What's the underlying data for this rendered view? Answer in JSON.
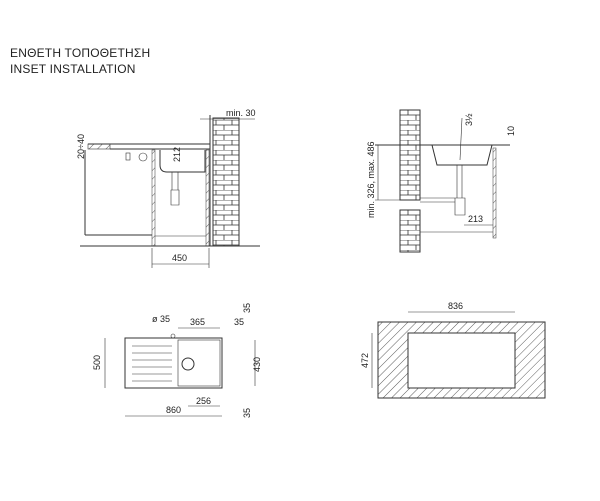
{
  "title": {
    "line1": "ΕΝΘΕΤΗ ΤΟΠΟΘΕΤΗΣΗ",
    "line2": "INSET INSTALLATION"
  },
  "side_view": {
    "min_wall": "min. 30",
    "worktop_thickness": "20÷40",
    "bowl_depth": "212",
    "cabinet_width": "450"
  },
  "section_view": {
    "height_range": "min. 326, max. 486",
    "waste_size": "3½",
    "rim": "10",
    "outlet_offset": "213"
  },
  "plan_view": {
    "waste_diameter": "ø 35",
    "bowl_offset": "365",
    "edge_top": "35",
    "width": "500",
    "bowl_width": "430",
    "length": "860",
    "drain_offset": "256",
    "edge_bottom": "35"
  },
  "cutout_view": {
    "cut_length": "836",
    "cut_width": "472"
  }
}
